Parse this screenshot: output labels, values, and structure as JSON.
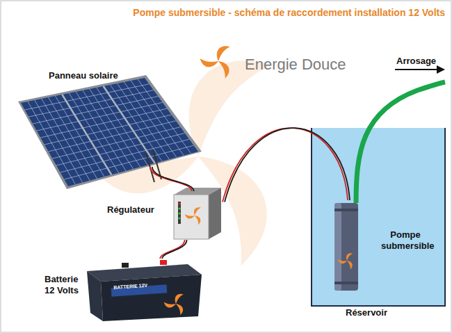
{
  "diagram": {
    "title": "Pompe submersible - schéma de raccordement installation 12 Volts",
    "nodes": [
      {
        "text": [
          "Panneau solaire"
        ]
      },
      {
        "text": [
          "Régulateur"
        ]
      },
      {
        "text": [
          "Batterie 12 Volts"
        ]
      },
      {
        "text": [
          "Réservoir"
        ]
      },
      {
        "text": [
          "Pompe submersible"
        ],
        "in": 3
      }
    ],
    "edges": [
      {
        "from": 0,
        "to": 1,
        "arrow": "none"
      },
      {
        "from": 1,
        "to": 2,
        "arrow": "none"
      },
      {
        "from": 1,
        "to": 4,
        "arrow": "none"
      }
    ],
    "labels": [
      "Energie Douce",
      "Arrosage",
      "BATTERIE 12V"
    ]
  }
}
